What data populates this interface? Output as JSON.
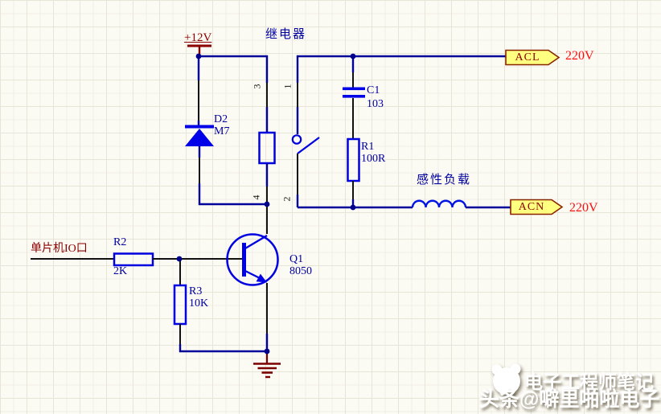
{
  "title": "relay-driver-schematic",
  "schematic": {
    "power_label": "+12V",
    "relay_label": "继电器",
    "load_label": "感性负载",
    "input_label": "单片机IO口",
    "components": {
      "d2": {
        "ref": "D2",
        "value": "M7"
      },
      "c1": {
        "ref": "C1",
        "value": "103"
      },
      "r1": {
        "ref": "R1",
        "value": "100R"
      },
      "r2": {
        "ref": "R2",
        "value": "2K"
      },
      "r3": {
        "ref": "R3",
        "value": "10K"
      },
      "q1": {
        "ref": "Q1",
        "value": "8050"
      }
    },
    "pins": {
      "coil_top": "3",
      "contact_top": "1",
      "coil_bottom": "4",
      "contact_bottom": "2"
    },
    "connectors": {
      "acl": {
        "label": "ACL",
        "voltage": "220V"
      },
      "acn": {
        "label": "ACN",
        "voltage": "220V"
      }
    },
    "icons": {
      "power_bar": "bar-with-stub",
      "ground": "four-bars-decreasing",
      "diode": "triangle-with-cathode-bar",
      "capacitor": "two-parallel-plates",
      "inductor": "four-arc-coil",
      "transistor": "npn-circle-symbol",
      "relay_coil": "rectangle",
      "relay_contact": "circle-with-blade"
    },
    "colors": {
      "background": "#FBFAF3",
      "wire_blue": "#00009B",
      "component_blue": "#0000E0",
      "label_blue": "#0000A0",
      "dark_red": "#8B0000",
      "bright_red": "#FF1010",
      "connector_fill": "#FFFF80",
      "connector_border": "#8B2500",
      "ground_red": "#7A0000",
      "pin_black": "#111111"
    }
  },
  "watermark": {
    "line1": "电子工程师笔记",
    "line2": "头条@噼里啪啦电子"
  }
}
